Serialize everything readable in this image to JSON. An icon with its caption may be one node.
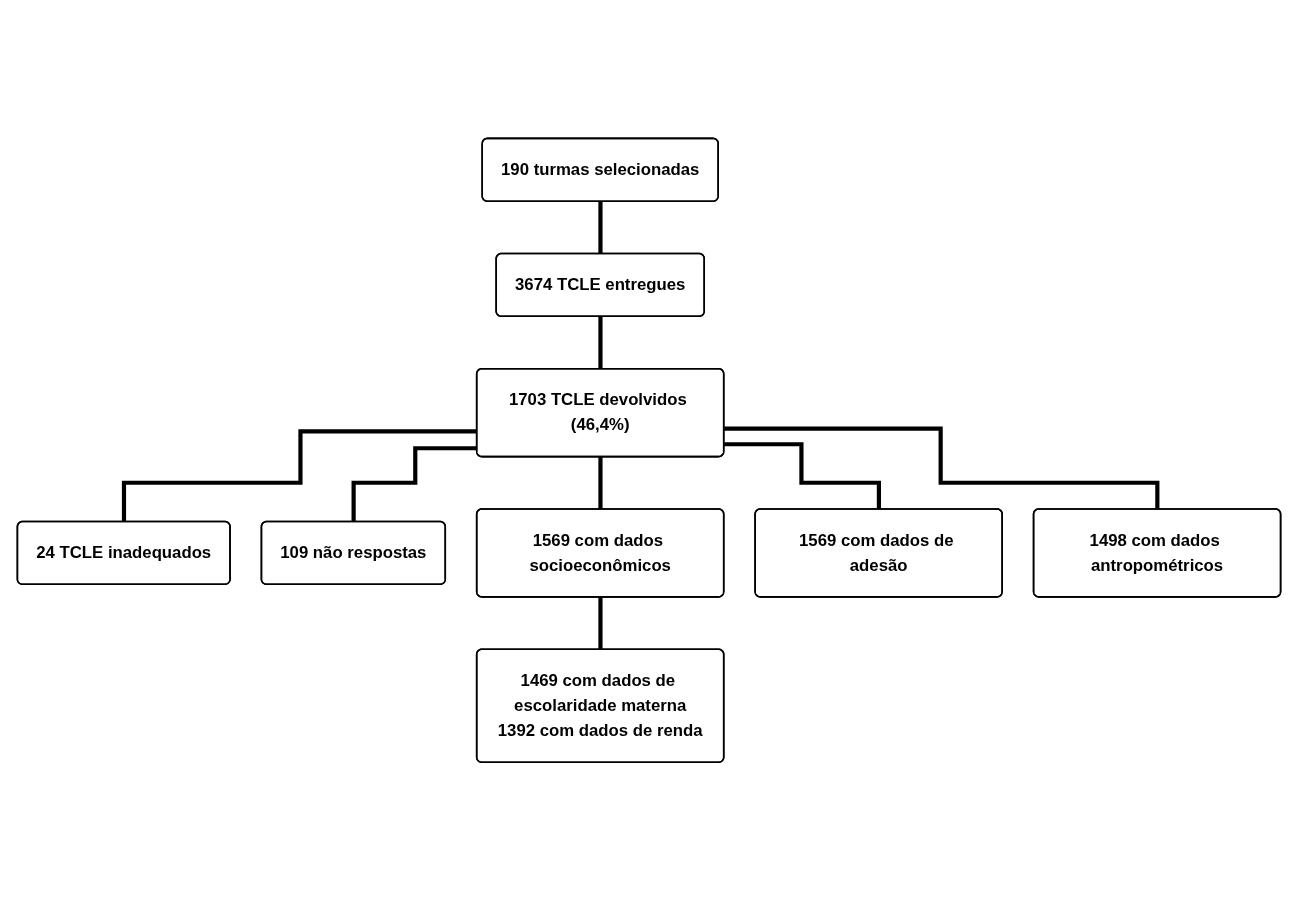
{
  "diagram": {
    "nodes": [
      {
        "text": [
          "190 turmas selecionadas"
        ]
      },
      {
        "text": [
          "3674 TCLE entregues"
        ]
      },
      {
        "text": [
          "1703 TCLE devolvidos (46,4%)"
        ]
      },
      {
        "text": [
          "24 TCLE inadequados"
        ]
      },
      {
        "text": [
          "109 não respostas"
        ]
      },
      {
        "text": [
          "1569 com dados socioeconômicos"
        ]
      },
      {
        "text": [
          "1469 com dados de escolaridade materna",
          "1392 com dados de renda"
        ]
      },
      {
        "text": [
          "1569 com dados de adesão"
        ]
      },
      {
        "text": [
          "1498 com dados antropométricos"
        ]
      }
    ],
    "edges": [
      {
        "from": 0,
        "to": 1,
        "arrow": "none"
      },
      {
        "from": 1,
        "to": 2,
        "arrow": "none"
      },
      {
        "from": 2,
        "to": 3,
        "arrow": "none"
      },
      {
        "from": 2,
        "to": 4,
        "arrow": "none"
      },
      {
        "from": 2,
        "to": 5,
        "arrow": "none"
      },
      {
        "from": 5,
        "to": 6,
        "arrow": "none"
      },
      {
        "from": 2,
        "to": 7,
        "arrow": "none"
      },
      {
        "from": 2,
        "to": 8,
        "arrow": "none"
      }
    ]
  }
}
